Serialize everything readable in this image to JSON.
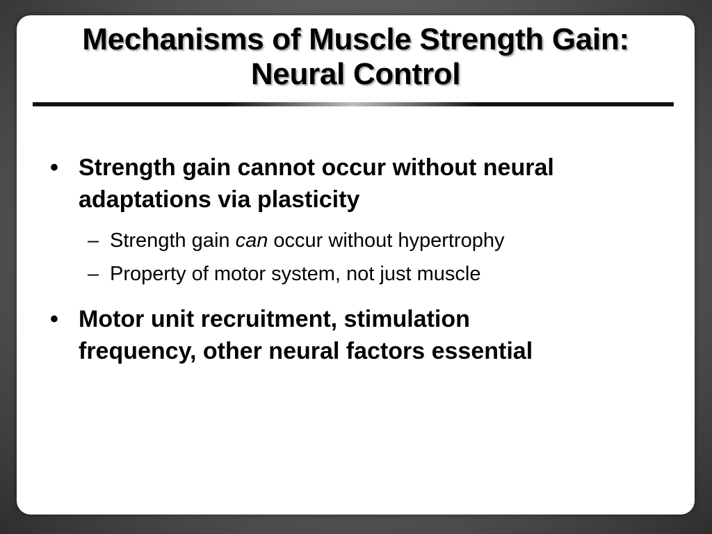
{
  "slide": {
    "title_line1": "Mechanisms of Muscle Strength Gain:",
    "title_line2": "Neural Control",
    "bullets": [
      {
        "marker": "•",
        "line1": "Strength gain cannot occur without neural",
        "line2": "adaptations via plasticity",
        "subs": [
          {
            "marker": "–",
            "before": "Strength gain ",
            "emph": "can",
            "after": " occur without hypertrophy"
          },
          {
            "marker": "–",
            "text": "Property of motor system, not just muscle"
          }
        ]
      },
      {
        "marker": "•",
        "line1": "Motor unit recruitment, stimulation",
        "line2": "frequency, other neural factors essential"
      }
    ]
  }
}
